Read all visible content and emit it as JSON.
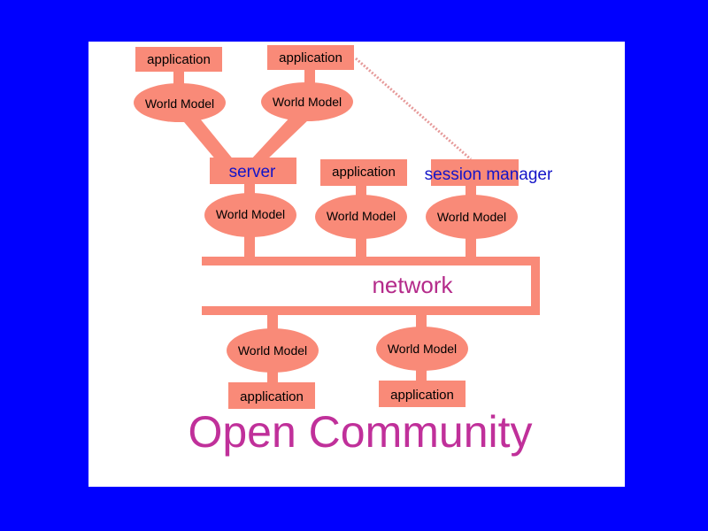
{
  "colors": {
    "background": "#0000ff",
    "slide": "#ffffff",
    "node_fill": "#f98a78",
    "network_label": "#b42a8a",
    "title": "#c0309a",
    "server_label": "#1414c8",
    "dotted_link": "#e69a9a"
  },
  "labels": {
    "application": "application",
    "world_model": "World Model",
    "server": "server",
    "session_manager": "session manager",
    "network": "network"
  },
  "title": "Open Community"
}
